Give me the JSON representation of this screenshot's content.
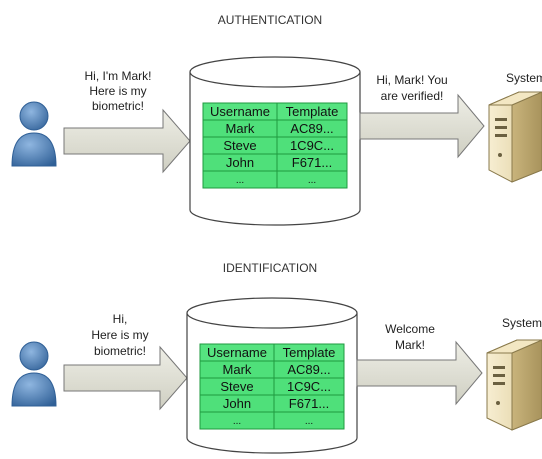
{
  "colors": {
    "table_fill": "#4fe07a",
    "table_border": "#1f9a3f",
    "arrow_fill": "#dcdcd0",
    "person_blue": "#4a7fb8",
    "server_beige": "#ecdfb8"
  },
  "icons": {
    "person": "user-person-icon",
    "server": "server-computer-icon",
    "database": "database-cylinder-icon"
  },
  "sections": [
    {
      "title": "AUTHENTICATION",
      "user_message": [
        "Hi, I'm Mark!",
        "Here is my",
        "biometric!"
      ],
      "system_message": [
        "Hi, Mark! You",
        "are verified!"
      ],
      "system_label": "System",
      "table": {
        "headers": [
          "Username",
          "Template"
        ],
        "rows": [
          [
            "Mark",
            "AC89..."
          ],
          [
            "Steve",
            "1C9C..."
          ],
          [
            "John",
            "F671..."
          ],
          [
            "...",
            "..."
          ]
        ]
      }
    },
    {
      "title": "IDENTIFICATION",
      "user_message": [
        "Hi,",
        "Here is my",
        "biometric!"
      ],
      "system_message": [
        "Welcome",
        "Mark!"
      ],
      "system_label": "System",
      "table": {
        "headers": [
          "Username",
          "Template"
        ],
        "rows": [
          [
            "Mark",
            "AC89..."
          ],
          [
            "Steve",
            "1C9C..."
          ],
          [
            "John",
            "F671..."
          ],
          [
            "...",
            "..."
          ]
        ]
      }
    }
  ]
}
